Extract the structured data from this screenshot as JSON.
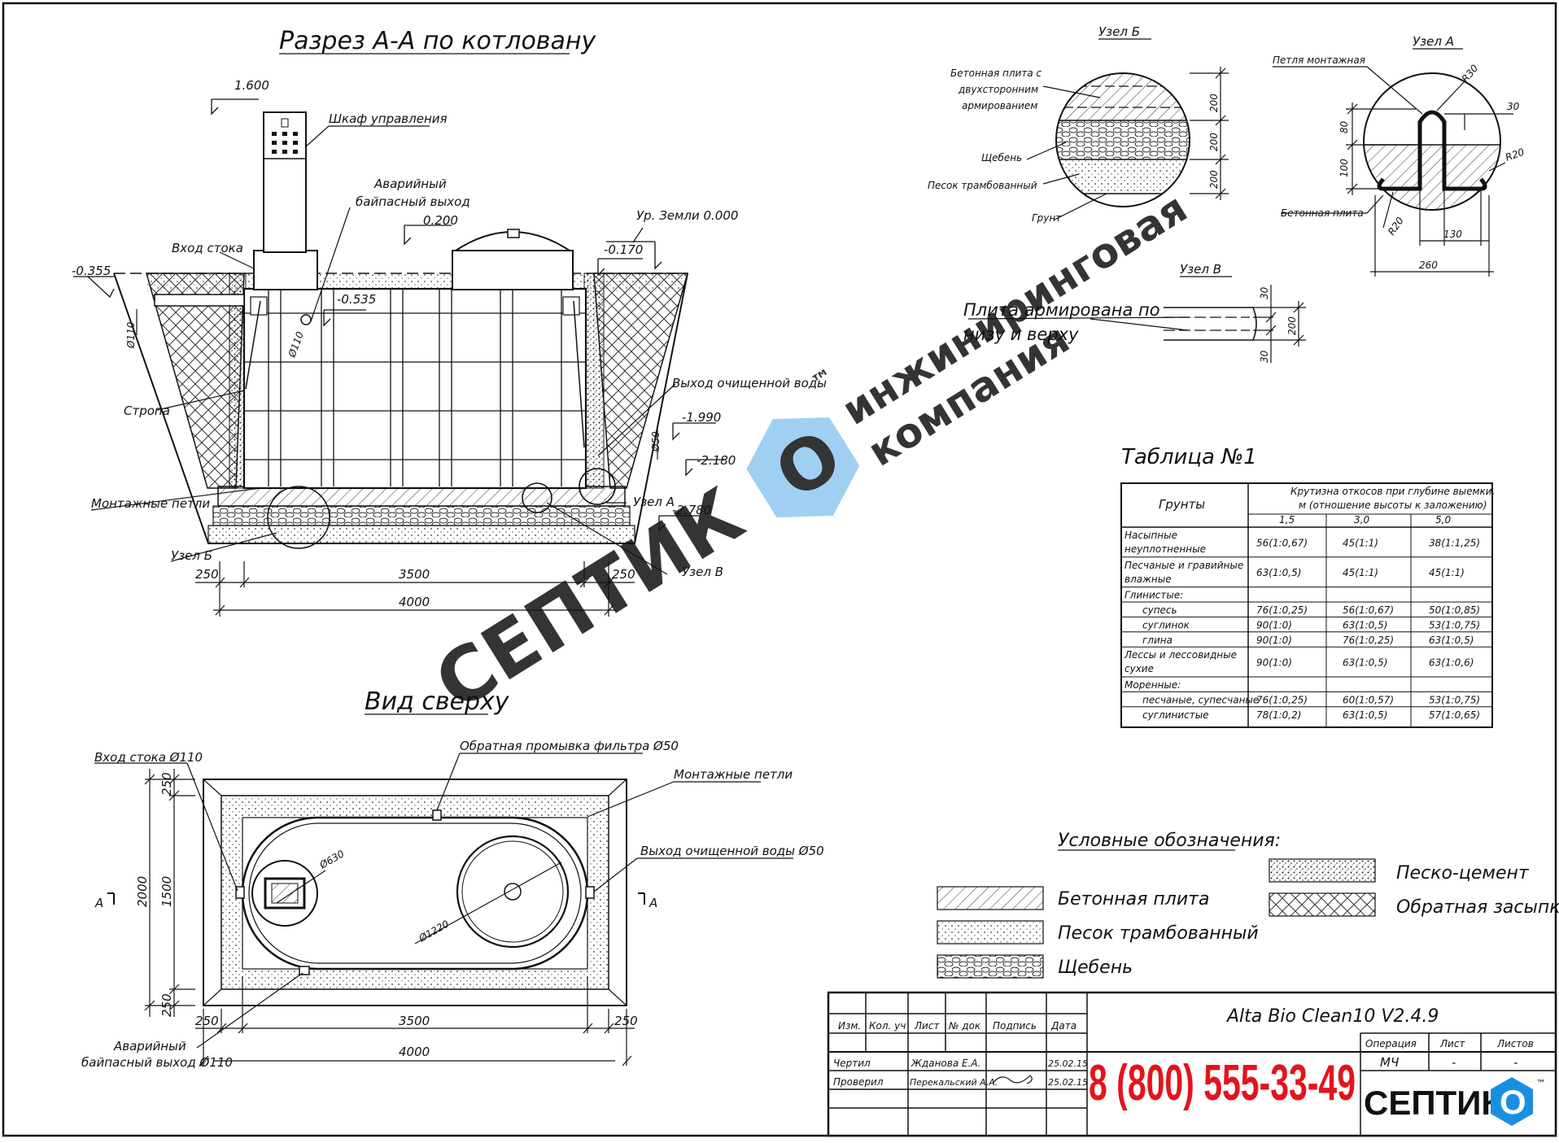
{
  "section": {
    "title": "Разрез А-А по котловану",
    "labels": {
      "control_cabinet": "Шкаф управления",
      "emergency_bypass_1": "Аварийный",
      "emergency_bypass_2": "байпасный выход",
      "inlet": "Вход стока",
      "ground_level": "Ур. Земли 0.000",
      "sling": "Стропа",
      "outlet": "Выход очищенной воды",
      "mounting_loops": "Монтажные петли",
      "node_a": "Узел А",
      "node_b": "Узел Б",
      "node_v": "Узел В",
      "d110": "Ø110",
      "d50": "Ø50"
    },
    "levels": {
      "l1600": "1.600",
      "l0200": "0.200",
      "lm0355": "-0.355",
      "lm0170": "-0.170",
      "lm0535": "-0.535",
      "lm1990": "-1.990",
      "lm2180": "-2.180",
      "lm2780": "-2.780"
    },
    "dims": {
      "d250a": "250",
      "d3500": "3500",
      "d250b": "250",
      "d4000": "4000"
    }
  },
  "top_view": {
    "title": "Вид сверху",
    "labels": {
      "inlet": "Вход стока Ø110",
      "backwash": "Обратная промывка фильтра Ø50",
      "mounting_loops": "Монтажные петли",
      "outlet": "Выход очищенной воды Ø50",
      "d630": "Ø630",
      "d1220": "Ø1220",
      "bypass_1": "Аварийный",
      "bypass_2": "байпасный выход Ø110",
      "sec_a1": "А",
      "sec_a2": "А"
    },
    "dims": {
      "v250a": "250",
      "v2000": "2000",
      "v1500": "1500",
      "v250b": "250",
      "h250a": "250",
      "h3500": "3500",
      "h250b": "250",
      "h4000": "4000"
    }
  },
  "node_b": {
    "title": "Узел Б",
    "labels": {
      "slab_1": "Бетонная плита с",
      "slab_2": "двухсторонним",
      "slab_3": "армированием",
      "gravel": "Щебень",
      "sand": "Песок трамбованный",
      "soil": "Грунт"
    },
    "dims": {
      "d1": "200",
      "d2": "200",
      "d3": "200"
    }
  },
  "node_a": {
    "title": "Узел А",
    "labels": {
      "loop": "Петля монтажная",
      "slab": "Бетонная плита"
    },
    "dims": {
      "r30": "R30",
      "r20a": "R20",
      "r20b": "R20",
      "d30": "30",
      "d80": "80",
      "d100": "100",
      "d130": "130",
      "d260": "260"
    }
  },
  "node_v": {
    "title": "Узел В",
    "note_1": "Плита армирована по",
    "note_2": "низу и верху",
    "dims": {
      "d30a": "30",
      "d200": "200",
      "d30b": "30"
    }
  },
  "table": {
    "title": "Таблица №1",
    "head_soils": "Грунты",
    "head_slope_1": "Крутизна откосов при глубине выемки,",
    "head_slope_2": "м (отношение высоты к заложению)",
    "depths": [
      "1,5",
      "3,0",
      "5,0"
    ],
    "rows": [
      {
        "name": [
          "Насыпные",
          "неуплотненные"
        ],
        "vals": [
          "56(1:0,67)",
          "45(1:1)",
          "38(1:1,25)"
        ],
        "h": 2
      },
      {
        "name": [
          "Песчаные и гравийные",
          "влажные"
        ],
        "vals": [
          "63(1:0,5)",
          "45(1:1)",
          "45(1:1)"
        ],
        "h": 2
      },
      {
        "name": [
          "Глинистые:"
        ],
        "vals": [
          "",
          "",
          ""
        ],
        "h": 1
      },
      {
        "name": [
          "супесь"
        ],
        "vals": [
          "76(1:0,25)",
          "56(1:0,67)",
          "50(1:0,85)"
        ],
        "h": 1,
        "indent": true
      },
      {
        "name": [
          "суглинок"
        ],
        "vals": [
          "90(1:0)",
          "63(1:0,5)",
          "53(1:0,75)"
        ],
        "h": 1,
        "indent": true
      },
      {
        "name": [
          "глина"
        ],
        "vals": [
          "90(1:0)",
          "76(1:0,25)",
          "63(1:0,5)"
        ],
        "h": 1,
        "indent": true
      },
      {
        "name": [
          "Лессы и лессовидные",
          "сухие"
        ],
        "vals": [
          "90(1:0)",
          "63(1:0,5)",
          "63(1:0,6)"
        ],
        "h": 2
      },
      {
        "name": [
          "Моренные:"
        ],
        "vals": [
          "",
          "",
          ""
        ],
        "h": 1
      },
      {
        "name": [
          "песчаные, супесчаные"
        ],
        "vals": [
          "76(1:0,25)",
          "60(1:0,57)",
          "53(1:0,75)"
        ],
        "h": 1,
        "indent": true
      },
      {
        "name": [
          "суглинистые"
        ],
        "vals": [
          "78(1:0,2)",
          "63(1:0,5)",
          "57(1:0,65)"
        ],
        "h": 1,
        "indent": true
      }
    ]
  },
  "legend": {
    "title": "Условные обозначения:",
    "items": {
      "concrete": "Бетонная плита",
      "sand": "Песок трамбованный",
      "gravel": "Щебень",
      "sand_cement": "Песко-цемент",
      "backfill": "Обратная засыпка"
    }
  },
  "title_block": {
    "headers": {
      "izm": "Изм.",
      "kol": "Кол. уч",
      "list": "Лист",
      "ndoc": "№ док",
      "sign": "Подпись",
      "date": "Дата"
    },
    "drawn_label": "Чертил",
    "drawn_name": "Жданова Е.А.",
    "drawn_date": "25.02.15",
    "checked_label": "Проверил",
    "checked_name": "Перекальский А.А.",
    "checked_date": "25.02.15",
    "product": "Alta Bio Clean10 V2.4.9",
    "op_label": "Операция",
    "sheet_label": "Лист",
    "sheets_label": "Листов",
    "op_value": "МЧ",
    "sheet_value": "-",
    "sheets_value": "-",
    "phone": "8 (800) 555-33-49",
    "logo_text": "СЕПТИК",
    "logo_o": "О",
    "tm": "™"
  },
  "watermark": {
    "brand": "СЕПТИК",
    "o": "О",
    "tm": "™",
    "line1": "инжиниринговая",
    "line2": "компания"
  },
  "colors": {
    "ink": "#111111",
    "phone": "#e3141b",
    "logo_blue": "#1a8fe0",
    "watermark_blue": "#8fc8f0",
    "watermark_gray": "#c8c8c8"
  }
}
